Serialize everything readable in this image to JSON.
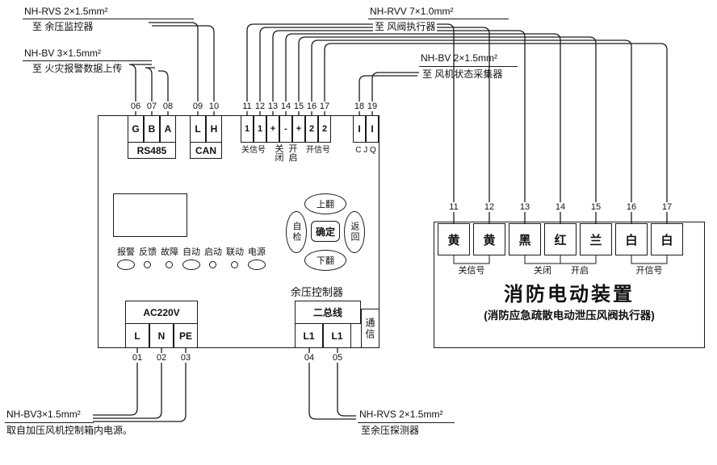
{
  "wire_labels": {
    "top_left_1": {
      "spec": "NH-RVS 2×1.5mm²",
      "dest": "至 余压监控器"
    },
    "top_left_2": {
      "spec": "NH-BV 3×1.5mm²",
      "dest": "至 火灾报警数据上传"
    },
    "top_right_1": {
      "spec": "NH-RVV 7×1.0mm²",
      "dest": "至 风阀执行器"
    },
    "top_right_2": {
      "spec": "NH-BV 2×1.5mm²",
      "dest": "至 风机状态采集器"
    },
    "bottom_left": {
      "spec": "NH-BV3×1.5mm²",
      "dest": "取自加压风机控制箱内电源。"
    },
    "bottom_right": {
      "spec": "NH-RVS 2×1.5mm²",
      "dest": "至余压探测器"
    }
  },
  "controller": {
    "name": "余压控制器",
    "top_terminals": {
      "numbers": [
        "06",
        "07",
        "08",
        "09",
        "10",
        "11",
        "12",
        "13",
        "14",
        "15",
        "16",
        "17",
        "18",
        "19"
      ],
      "rs485": {
        "cells": [
          "G",
          "B",
          "A"
        ],
        "label": "RS485"
      },
      "can": {
        "cells": [
          "L",
          "H"
        ],
        "label": "CAN"
      },
      "io": {
        "cells": [
          "1",
          "1",
          "+",
          "-",
          "+",
          "2",
          "2"
        ]
      },
      "io_labels": {
        "close_signal": "关信号",
        "close": "关闭",
        "open": "开启",
        "open_signal": "开信号"
      },
      "cjq": {
        "cells": [
          "I",
          "I"
        ],
        "label": "C J Q"
      }
    },
    "indicators": [
      "报警",
      "反馈",
      "故障",
      "自动",
      "启动",
      "联动",
      "电源"
    ],
    "keypad": {
      "up": "上翻",
      "center": "确定",
      "down": "下翻",
      "left": "自检",
      "right": "返回"
    },
    "power": {
      "label": "AC220V",
      "cells": [
        "L",
        "N",
        "PE"
      ],
      "numbers": [
        "01",
        "02",
        "03"
      ]
    },
    "bus": {
      "label": "二总线",
      "cells": [
        "L1",
        "L1"
      ],
      "numbers": [
        "04",
        "05"
      ]
    },
    "comm": "通信"
  },
  "device": {
    "numbers": [
      "11",
      "12",
      "13",
      "14",
      "15",
      "16",
      "17"
    ],
    "wire_colors": [
      "黄",
      "黄",
      "黑",
      "红",
      "兰",
      "白",
      "白"
    ],
    "groups": [
      "关信号",
      "关闭",
      "开启",
      "开信号"
    ],
    "title": "消防电动装置",
    "subtitle": "(消防应急疏散电动泄压风阀执行器)"
  }
}
